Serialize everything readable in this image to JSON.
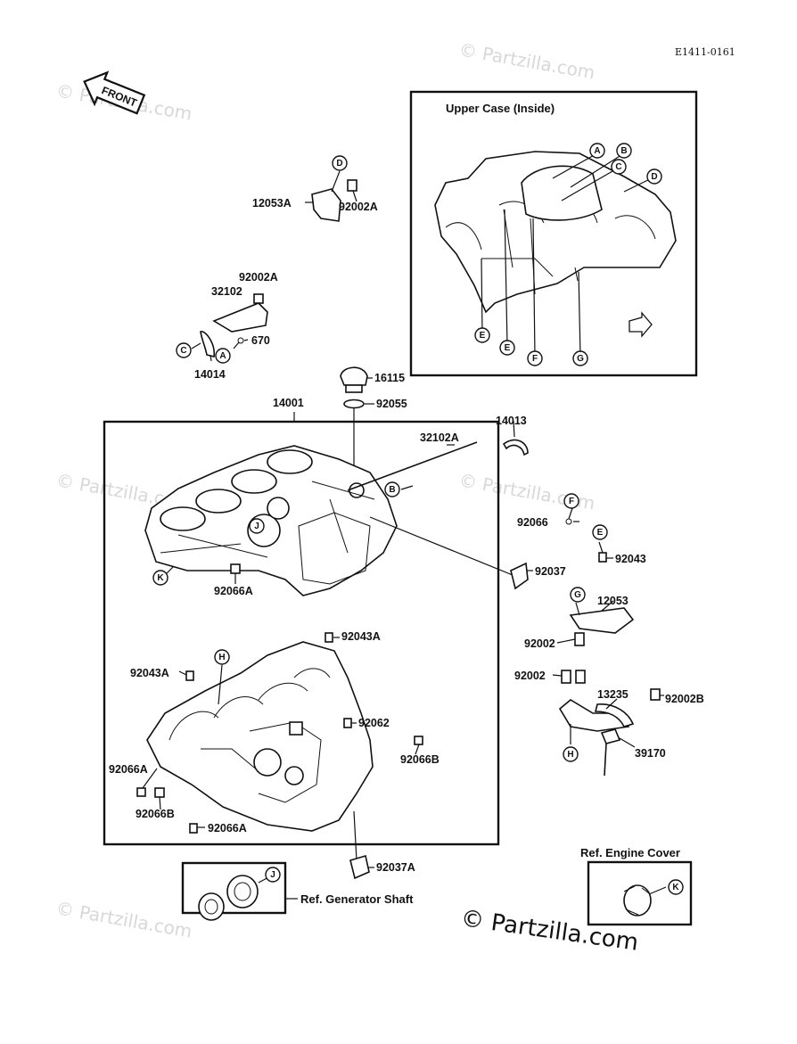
{
  "diagram": {
    "code": "E1411-0161",
    "front_label": "FRONT",
    "watermark": "© Partzilla.com",
    "watermark_main": "© Partzilla.com",
    "upper_case_title": "Upper Case (Inside)",
    "ref_engine_cover": "Ref. Engine Cover",
    "ref_generator_shaft": "Ref. Generator Shaft",
    "parts": {
      "p12053A": "12053A",
      "p92002A_top": "92002A",
      "p92002A_mid": "92002A",
      "p32102": "32102",
      "p670": "670",
      "p14014": "14014",
      "p16115": "16115",
      "p92055": "92055",
      "p14001": "14001",
      "p14013": "14013",
      "p32102A": "32102A",
      "p92066_r": "92066",
      "p92043_r": "92043",
      "p92037": "92037",
      "p92066A_top": "92066A",
      "p12053": "12053",
      "p92002_a": "92002",
      "p92002_b": "92002",
      "p13235": "13235",
      "p92002B": "92002B",
      "p39170": "39170",
      "p92043A_r": "92043A",
      "p92043A_l": "92043A",
      "p92062": "92062",
      "p92066B_r": "92066B",
      "p92066A_l": "92066A",
      "p92066B_l": "92066B",
      "p92066A_b": "92066A",
      "p92037A": "92037A"
    },
    "ref_letters": [
      "A",
      "B",
      "C",
      "D",
      "E",
      "F",
      "G",
      "H",
      "J",
      "K"
    ]
  }
}
